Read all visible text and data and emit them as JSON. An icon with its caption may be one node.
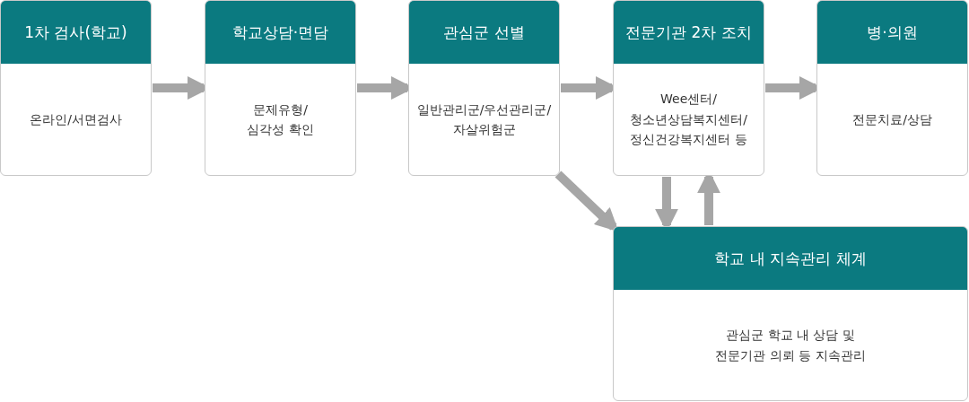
{
  "diagram": {
    "nodes": [
      {
        "text": [
          "1차 검사(학교)",
          "온라인/서면검사"
        ]
      },
      {
        "text": [
          "학교상담·면담",
          "문제유형/ 심각성 확인"
        ]
      },
      {
        "text": [
          "관심군 선별",
          "일반관리군/우선관리군/ 자살위험군"
        ]
      },
      {
        "text": [
          "전문기관 2차 조치",
          "Wee센터/ 청소년상담복지센터/ 정신건강복지센터 등"
        ]
      },
      {
        "text": [
          "병·의원",
          "전문치료/상담"
        ]
      },
      {
        "text": [
          "학교 내 지속관리 체계",
          "관심군 학교 내 상담 및 전문기관 의뢰 등 지속관리"
        ]
      }
    ],
    "edges": [
      {
        "from": 0,
        "to": 1,
        "arrow": "to"
      },
      {
        "from": 1,
        "to": 2,
        "arrow": "to"
      },
      {
        "from": 2,
        "to": 3,
        "arrow": "to"
      },
      {
        "from": 3,
        "to": 4,
        "arrow": "to"
      },
      {
        "from": 2,
        "to": 5,
        "arrow": "to"
      },
      {
        "from": 3,
        "to": 5,
        "arrow": "to"
      },
      {
        "from": 5,
        "to": 3,
        "arrow": "to"
      }
    ]
  }
}
